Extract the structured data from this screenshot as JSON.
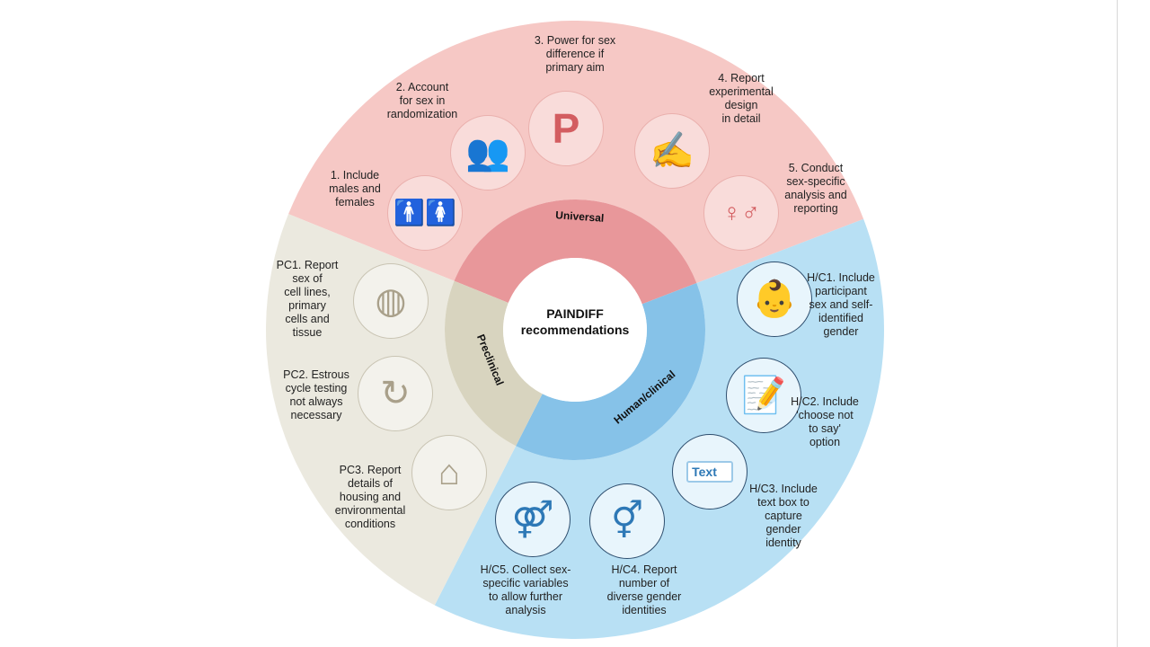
{
  "center": {
    "title": "PAINDIFF",
    "subtitle": "recommendations"
  },
  "colors": {
    "universal_outer": "#f6c8c5",
    "universal_ring": "#e8979a",
    "universal_icon": "#d35d60",
    "clinical_outer": "#b8e0f4",
    "clinical_ring": "#86c2e8",
    "clinical_icon": "#2d78b6",
    "preclinical_outer": "#ebe9df",
    "preclinical_ring": "#d8d4bf",
    "preclinical_icon": "#a9a08a"
  },
  "sections": {
    "universal": {
      "label": "Universal",
      "items": [
        {
          "label": "1. Include\nmales and\nfemales",
          "icon": "man-woman-icon",
          "glyph": "🚹🚺"
        },
        {
          "label": "2. Account\nfor sex in\nrandomization",
          "icon": "group-icon",
          "glyph": "👥"
        },
        {
          "label": "3. Power for sex\ndifference if\nprimary aim",
          "icon": "letter-p-icon",
          "glyph": "P"
        },
        {
          "label": "4. Report\nexperimental\ndesign\nin detail",
          "icon": "hand-writing-icon",
          "glyph": "✍"
        },
        {
          "label": "5. Conduct\nsex-specific\nanalysis and\nreporting",
          "icon": "female-male-symbols-icon",
          "glyph": "♀♂"
        }
      ]
    },
    "preclinical": {
      "label": "Preclinical",
      "items": [
        {
          "label": "PC1. Report\nsex of\ncell lines,\nprimary\ncells and\ntissue",
          "icon": "petri-dish-icon",
          "glyph": "◍"
        },
        {
          "label": "PC2. Estrous\ncycle testing\nnot always\nnecessary",
          "icon": "cycle-cells-icon",
          "glyph": "↻"
        },
        {
          "label": "PC3. Report\ndetails of\nhousing and\nenvironmental\nconditions",
          "icon": "mouse-house-icon",
          "glyph": "⌂"
        }
      ]
    },
    "clinical": {
      "label": "Human/clinical",
      "items": [
        {
          "label": "H/C1. Include\nparticipant\nsex and self-\nidentified\ngender",
          "icon": "baby-icon",
          "glyph": "👶"
        },
        {
          "label": "H/C2. Include\n'choose not\nto say'\noption",
          "icon": "form-pen-icon",
          "glyph": "📝"
        },
        {
          "label": "H/C3. Include\ntext box to\ncapture\ngender\nidentity",
          "icon": "text-box-icon",
          "glyph": "Text"
        },
        {
          "label": "H/C4. Report\nnumber of\ndiverse gender\nidentities",
          "icon": "transgender-symbol-icon",
          "glyph": "⚥"
        },
        {
          "label": "H/C5. Collect sex-\nspecific variables\nto allow further\nanalysis",
          "icon": "interlocked-gender-icon",
          "glyph": "⚤"
        }
      ]
    }
  }
}
